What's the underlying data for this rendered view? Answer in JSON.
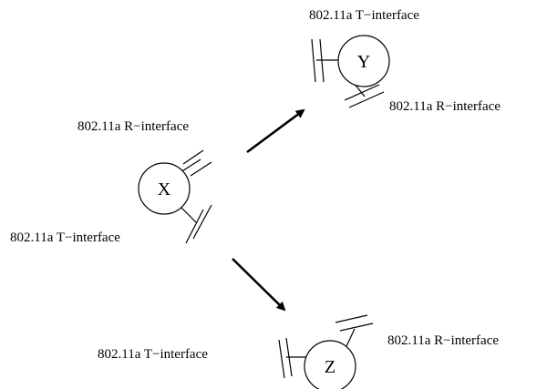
{
  "diagram": {
    "nodes": {
      "x": {
        "label": "X"
      },
      "y": {
        "label": "Y"
      },
      "z": {
        "label": "Z"
      }
    },
    "labels": {
      "x_r": "802.11a R−interface",
      "x_t": "802.11a T−interface",
      "y_t": "802.11a T−interface",
      "y_r": "802.11a R−interface",
      "z_t": "802.11a T−interface",
      "z_r": "802.11a R−interface"
    },
    "edges": [
      {
        "from": "X",
        "to": "Y"
      },
      {
        "from": "X",
        "to": "Z"
      }
    ]
  }
}
